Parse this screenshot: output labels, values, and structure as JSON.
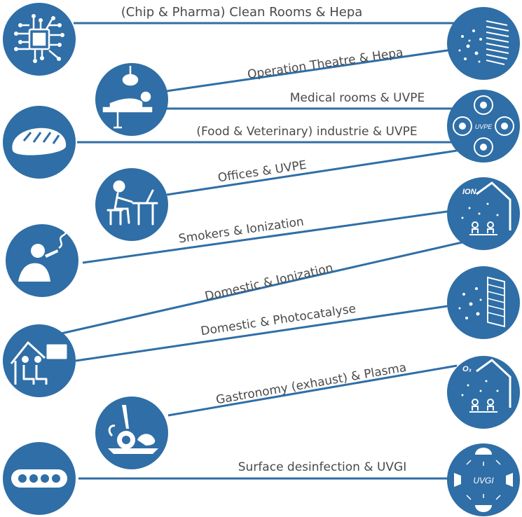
{
  "colors": {
    "circle": "#2f6ea6",
    "line": "#2f6ea6",
    "text": "#4a4a4a",
    "icon": "#ffffff"
  },
  "connections": [
    "(Chip & Pharma) Clean Rooms & Hepa",
    "Operation Theatre & Hepa",
    "Medical rooms & UVPE",
    "(Food & Veterinary) industrie & UVPE",
    "Offices & UVPE",
    "Smokers & Ionization",
    "Domestic & Ionization",
    "Domestic & Photocatalyse",
    "Gastronomy (exhaust) & Plasma",
    "Surface desinfection & UVGI"
  ],
  "applications": [
    "chip-icon",
    "operation-theatre-icon",
    "bread-icon",
    "office-worker-icon",
    "smoker-icon",
    "home-icon",
    "gastronomy-icon",
    "conveyor-icon"
  ],
  "technologies": {
    "hepa": "hepa-filter-icon",
    "uvpe": {
      "icon": "uvpe-lamps-icon",
      "label": "UVPE"
    },
    "ionization": {
      "icon": "ionizer-house-icon",
      "label": "ION"
    },
    "photocatalyse": "photocatalyst-filter-icon",
    "plasma": {
      "icon": "plasma-house-icon",
      "label": "O₃"
    },
    "uvgi": {
      "icon": "uvgi-lamps-icon",
      "label": "UVGI"
    }
  }
}
